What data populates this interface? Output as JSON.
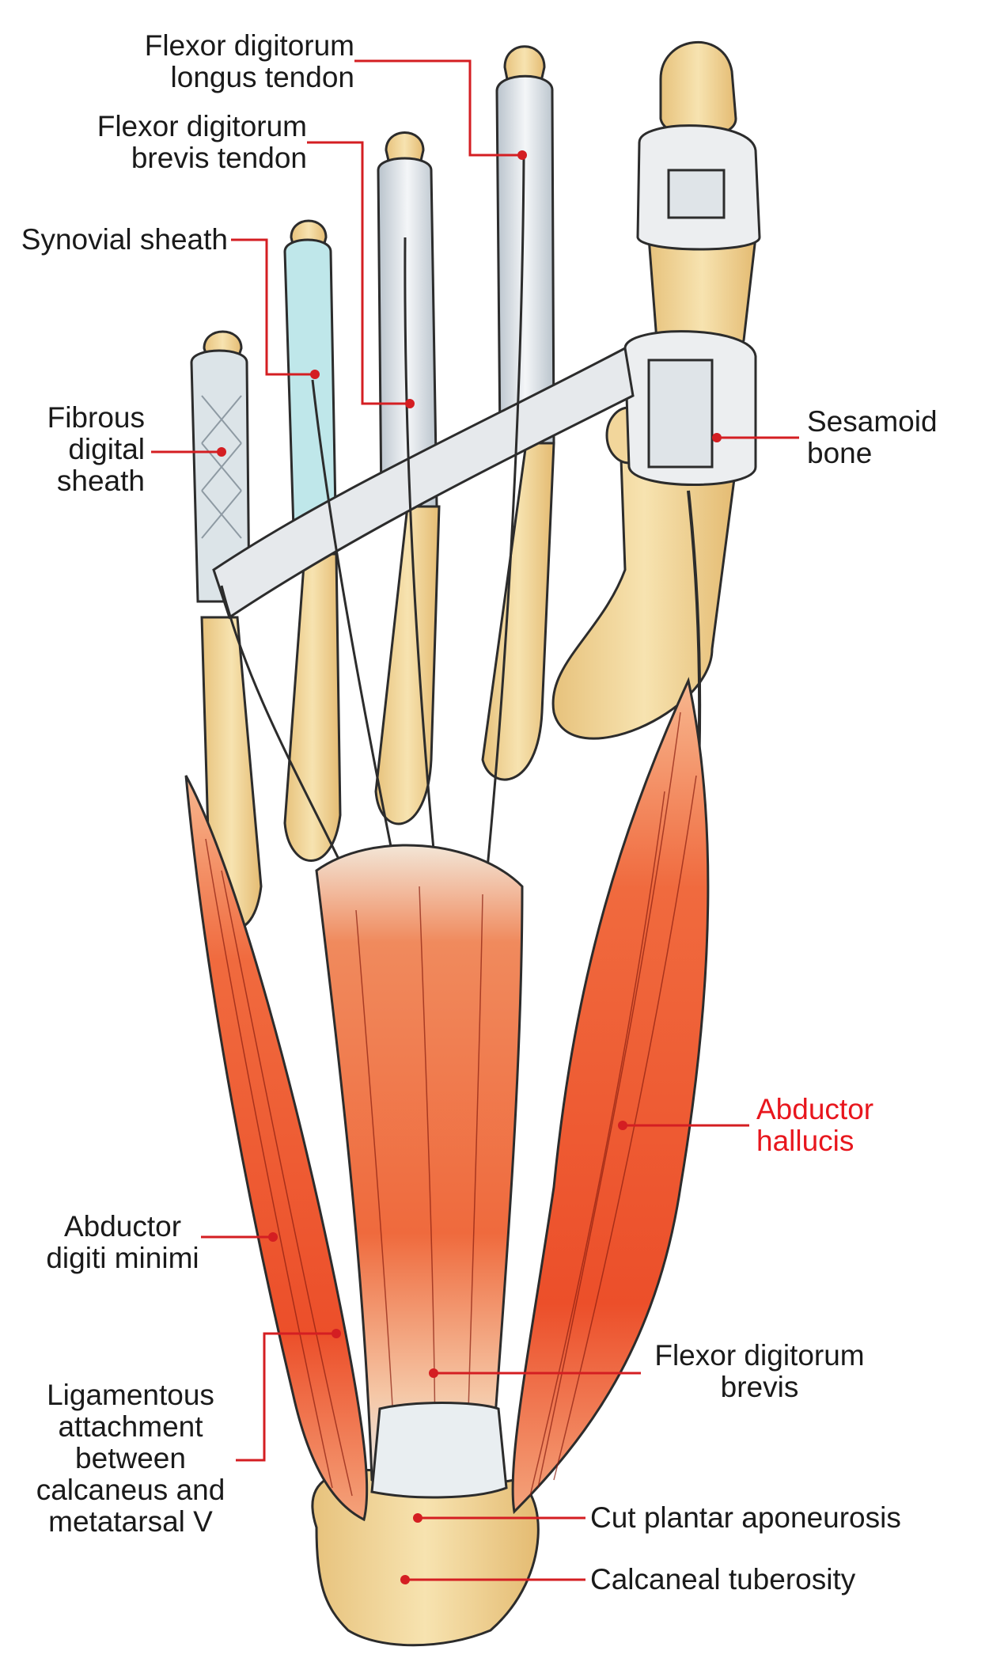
{
  "colors": {
    "leader": "#d41e22",
    "highlight_label": "#e8161d",
    "label": "#1a1a1a",
    "bone": "#f2d69b",
    "muscle": "#ee5a32",
    "tendon": "#dfe5ea",
    "sheath": "#b8e4e8"
  },
  "labels": {
    "fdl_tendon": [
      "Flexor digitorum",
      "longus tendon"
    ],
    "fdb_tendon": [
      "Flexor digitorum",
      "brevis tendon"
    ],
    "synovial_sheath": [
      "Synovial sheath"
    ],
    "fibrous_digital_sheath": [
      "Fibrous",
      "digital",
      "sheath"
    ],
    "sesamoid_bone": [
      "Sesamoid",
      "bone"
    ],
    "abductor_hallucis": [
      "Abductor",
      "hallucis"
    ],
    "abductor_digiti_minimi": [
      "Abductor",
      "digiti minimi"
    ],
    "ligamentous_attachment": [
      "Ligamentous",
      "attachment",
      "between",
      "calcaneus and",
      "metatarsal V"
    ],
    "fdb": [
      "Flexor digitorum",
      "brevis"
    ],
    "cut_plantar_aponeurosis": [
      "Cut plantar aponeurosis"
    ],
    "calcaneal_tuberosity": [
      "Calcaneal tuberosity"
    ]
  }
}
